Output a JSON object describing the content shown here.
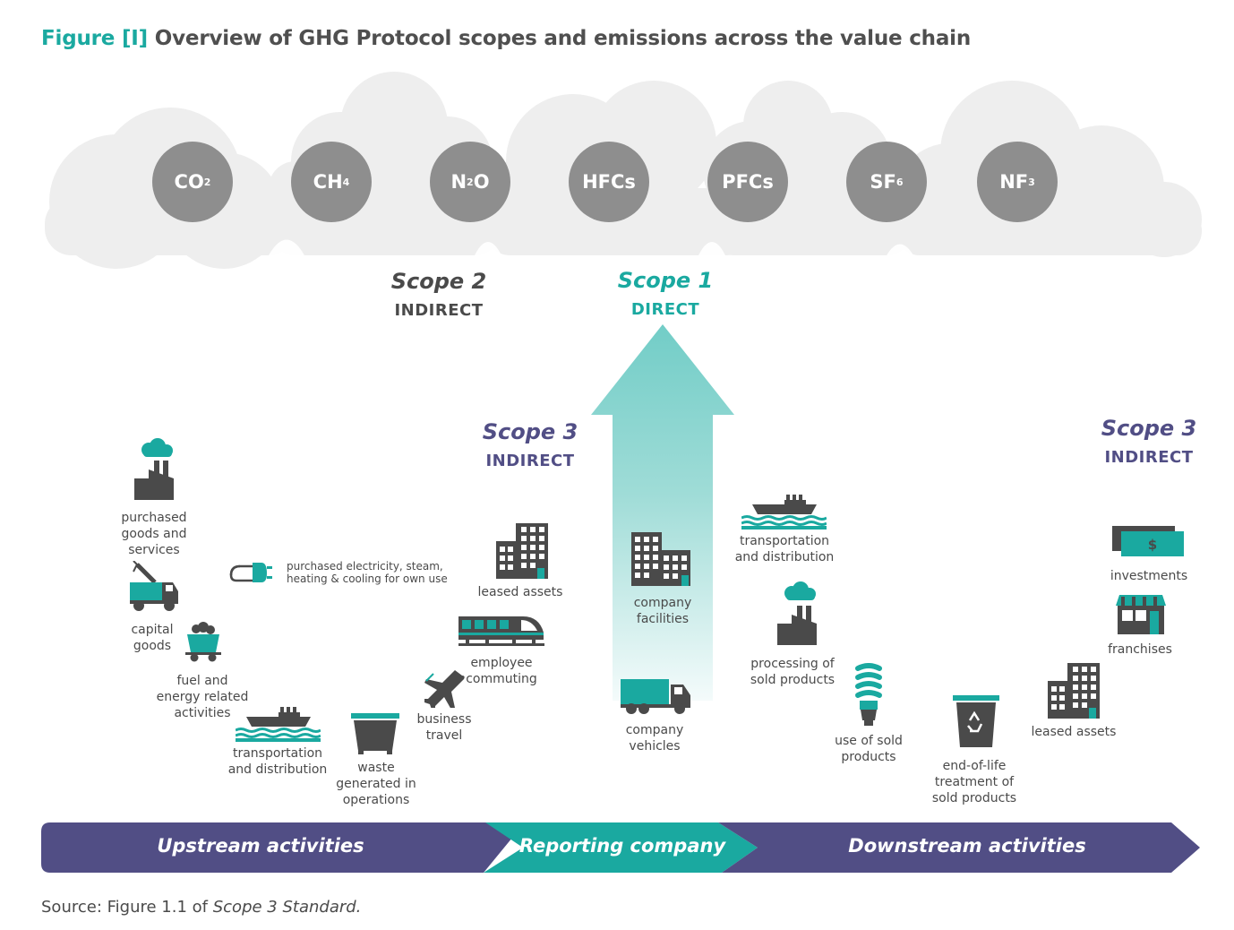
{
  "title": {
    "prefix": "Figure [I]",
    "text": "Overview of GHG Protocol scopes and emissions across the value chain"
  },
  "gases": [
    {
      "base": "CO",
      "sub": "2"
    },
    {
      "base": "CH",
      "sub": "4"
    },
    {
      "base": "N",
      "sub": "2",
      "tail": "O"
    },
    {
      "base": "HFCs",
      "sub": ""
    },
    {
      "base": "PFCs",
      "sub": ""
    },
    {
      "base": "SF",
      "sub": "6"
    },
    {
      "base": "NF",
      "sub": "3"
    }
  ],
  "scopes": {
    "scope2": {
      "title": "Scope 2",
      "sub": "INDIRECT"
    },
    "scope1": {
      "title": "Scope 1",
      "sub": "DIRECT"
    },
    "scope3_up": {
      "title": "Scope 3",
      "sub": "INDIRECT"
    },
    "scope3_down": {
      "title": "Scope 3",
      "sub": "INDIRECT"
    }
  },
  "upstream": {
    "purchased_goods": "purchased\ngoods and\nservices",
    "purchased_electricity": "purchased electricity, steam,\nheating & cooling for own use",
    "capital_goods": "capital\ngoods",
    "fuel_energy": "fuel and\nenergy related\nactivities",
    "transportation": "transportation\nand distribution",
    "waste": "waste\ngenerated in\noperations",
    "business_travel": "business\ntravel",
    "employee_commuting": "employee\ncommuting",
    "leased_assets": "leased assets"
  },
  "reporting": {
    "company_facilities": "company\nfacilities",
    "company_vehicles": "company\nvehicles"
  },
  "downstream": {
    "transportation": "transportation\nand distribution",
    "processing": "processing of\nsold products",
    "use": "use of sold\nproducts",
    "end_of_life": "end-of-life\ntreatment of\nsold products",
    "leased_assets": "leased assets",
    "investments": "investments",
    "franchises": "franchises"
  },
  "band": {
    "upstream": "Upstream activities",
    "reporting": "Reporting company",
    "downstream": "Downstream activities"
  },
  "source": {
    "prefix": "Source: Figure 1.1 of",
    "italic": "Scope 3 Standard."
  },
  "colors": {
    "teal": "#1aa9a0",
    "purple": "#514e85",
    "grey_icon": "#4a4a4a",
    "gas_circle": "#8e8e8e",
    "cloud": "#eeeeee"
  },
  "icons": [
    "factory-icon",
    "plug-icon",
    "crane-truck-icon",
    "coal-cart-icon",
    "ship-icon",
    "dumpster-icon",
    "airplane-icon",
    "train-icon",
    "building-icon",
    "truck-icon",
    "lightbulb-icon",
    "recycle-bin-icon",
    "money-icon",
    "storefront-icon"
  ]
}
